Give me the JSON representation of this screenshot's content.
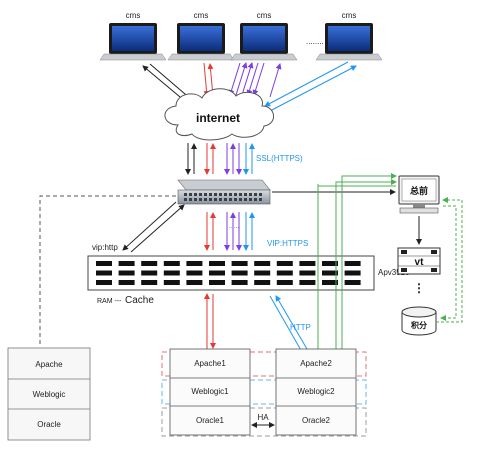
{
  "clients": {
    "labels": [
      "cms",
      "cms",
      "cms",
      "cms"
    ],
    "ellipsis": "........"
  },
  "internet": {
    "label": "internet"
  },
  "links": {
    "ssl": "SSL(HTTPS)",
    "vip": "VIP:HTTPS",
    "http": "HTTP",
    "ellipsis": "......"
  },
  "balancer": {
    "name": "Apv3520",
    "vip_label": "vip:http",
    "ram_label": "RAM --- ",
    "cache_label": "Cache"
  },
  "right_side": {
    "hq_label": "总前",
    "vt_label": "vt",
    "points_label": "积分",
    "dots": "⋮"
  },
  "left_stack": [
    "Apache",
    "Weblogic",
    "Oracle"
  ],
  "cluster1": [
    "Apache1",
    "Weblogic1",
    "Oracle1"
  ],
  "cluster2": [
    "Apache2",
    "Weblogic2",
    "Oracle2"
  ],
  "ha_label": "HA",
  "colors": {
    "black": "#222222",
    "red": "#e53935",
    "purple": "#7b3fe4",
    "blue": "#2196f3",
    "green": "#4caf50",
    "dash_red": "#e57373",
    "dash_blue": "#64b5f6",
    "dash_grey": "#9e9e9e"
  }
}
